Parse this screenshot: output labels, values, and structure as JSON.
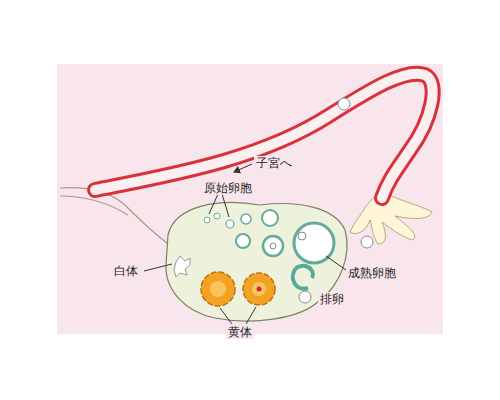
{
  "diagram": {
    "labels": [
      "子宮へ",
      "原始卵胞",
      "白体",
      "成熟卵胞",
      "排卵",
      "黄体"
    ]
  }
}
